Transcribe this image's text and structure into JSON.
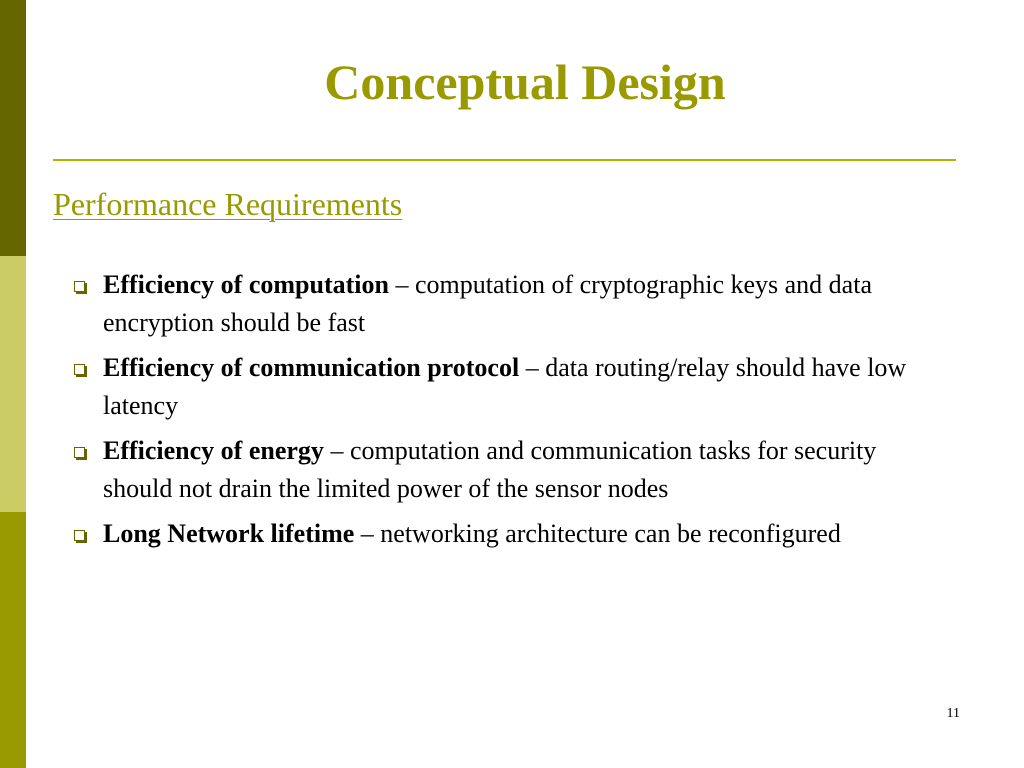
{
  "slide": {
    "title": "Conceptual Design",
    "subtitle": "Performance Requirements",
    "bullets": [
      {
        "term": "Efficiency of computation",
        "description": " – computation of cryptographic keys and data encryption should be fast"
      },
      {
        "term": "Efficiency of communication protocol",
        "description": " – data routing/relay should have low latency"
      },
      {
        "term": "Efficiency of energy",
        "description": " – computation and communication tasks for security should not drain the limited power of the sensor nodes"
      },
      {
        "term": "Long Network lifetime",
        "description": " – networking architecture can be reconfigured"
      }
    ],
    "page_number": "11"
  },
  "colors": {
    "accent": "#999900",
    "sidebar_dark": "#666600",
    "sidebar_light": "#cccc66",
    "text": "#000000"
  },
  "icons": {
    "bullet": "checkbox-square-icon"
  }
}
